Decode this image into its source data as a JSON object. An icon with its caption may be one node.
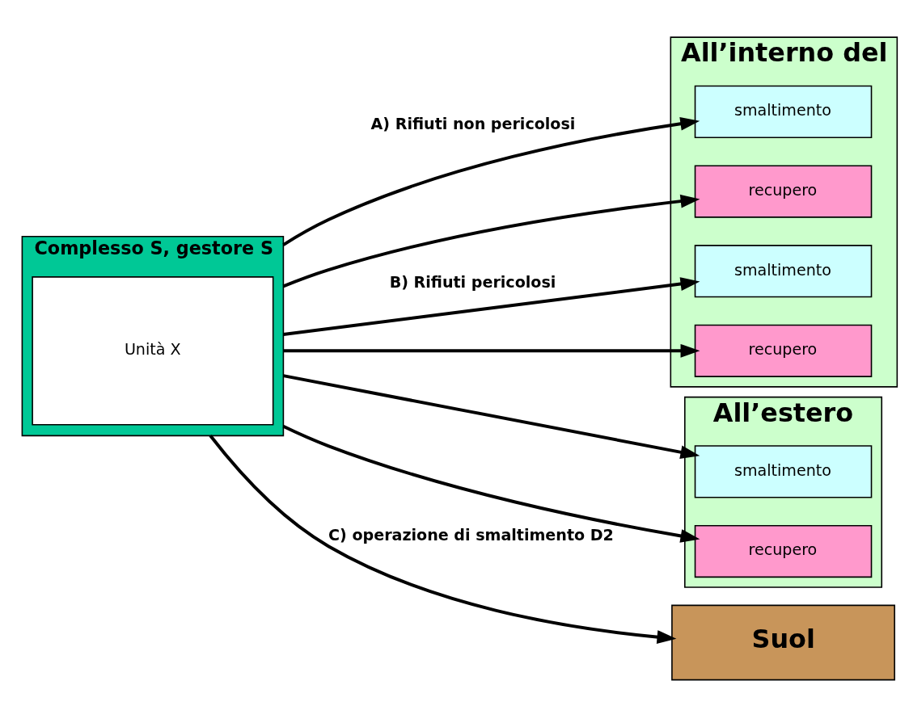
{
  "diagram": {
    "nodes": [
      {
        "text": [
          "Complesso S, gestore S"
        ]
      },
      {
        "text": [
          "Unità X"
        ],
        "in": 0
      },
      {
        "text": [
          "All’interno del"
        ]
      },
      {
        "text": [
          "smaltimento"
        ],
        "in": 2
      },
      {
        "text": [
          "recupero"
        ],
        "in": 2
      },
      {
        "text": [
          "smaltimento"
        ],
        "in": 2
      },
      {
        "text": [
          "recupero"
        ],
        "in": 2
      },
      {
        "text": [
          "All’estero"
        ]
      },
      {
        "text": [
          "smaltimento"
        ],
        "in": 7
      },
      {
        "text": [
          "recupero"
        ],
        "in": 7
      },
      {
        "text": [
          "Suol"
        ]
      }
    ],
    "edges": [
      {
        "from": 0,
        "to": 3,
        "arrow": "to",
        "label": "A) Rifiuti non pericolosi"
      },
      {
        "from": 0,
        "to": 4,
        "arrow": "to"
      },
      {
        "from": 0,
        "to": 5,
        "arrow": "to",
        "label": "B) Rifiuti pericolosi"
      },
      {
        "from": 0,
        "to": 6,
        "arrow": "to"
      },
      {
        "from": 0,
        "to": 8,
        "arrow": "to"
      },
      {
        "from": 0,
        "to": 9,
        "arrow": "to"
      },
      {
        "from": 0,
        "to": 10,
        "arrow": "to",
        "label": "C) operazione di smaltimento D2"
      }
    ]
  }
}
